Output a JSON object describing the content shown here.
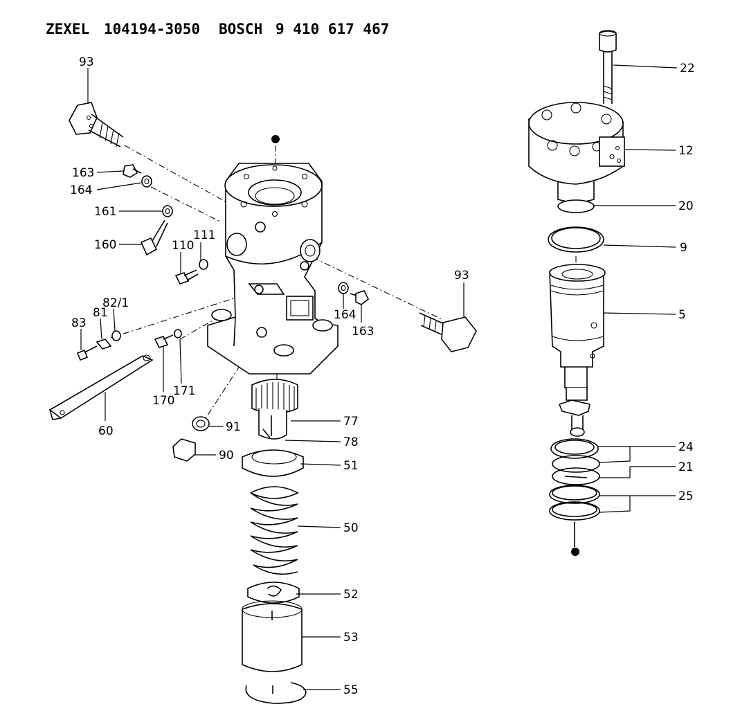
{
  "header": {
    "maker": "ZEXEL",
    "zexel_number": "104194-3050",
    "brand": "BOSCH",
    "bosch_number": "9 410 617 467"
  },
  "callouts": {
    "p93a": "93",
    "p163a": "163",
    "p164a": "164",
    "p161": "161",
    "p160": "160",
    "p110": "110",
    "p111": "111",
    "p83": "83",
    "p81": "81",
    "p82": "82/1",
    "p170": "170",
    "p171": "171",
    "p60": "60",
    "p91": "91",
    "p90": "90",
    "p93b": "93",
    "p164b": "164",
    "p163b": "163",
    "p77": "77",
    "p78": "78",
    "p51": "51",
    "p50": "50",
    "p52": "52",
    "p53": "53",
    "p55": "55",
    "p22": "22",
    "p12": "12",
    "p20": "20",
    "p9": "9",
    "p5": "5",
    "p24": "24",
    "p21": "21",
    "p25": "25"
  }
}
